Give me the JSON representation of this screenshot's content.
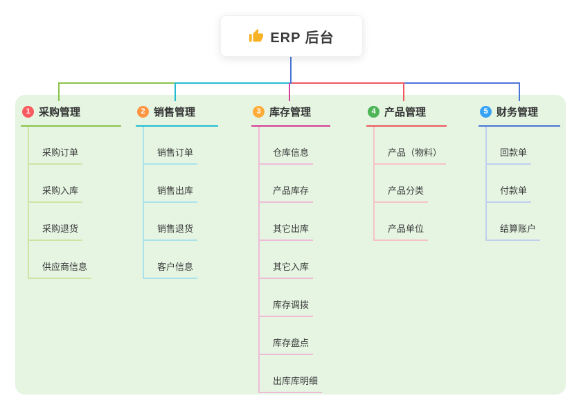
{
  "root": {
    "label": "ERP 后台",
    "icon": "thumbs-up-icon"
  },
  "connector_color": "#4a74d8",
  "canvas_bg_color": "#e5f5e2",
  "branches": [
    {
      "number": "1",
      "label": "采购管理",
      "color": "#8bc34a",
      "light_color": "#cfe4a4",
      "badge_color": "#fa5a5f",
      "children": [
        {
          "label": "采购订单"
        },
        {
          "label": "采购入库"
        },
        {
          "label": "采购退货"
        },
        {
          "label": "供应商信息"
        }
      ]
    },
    {
      "number": "2",
      "label": "销售管理",
      "color": "#22bcd2",
      "light_color": "#abe2ea",
      "badge_color": "#ff9441",
      "children": [
        {
          "label": "销售订单"
        },
        {
          "label": "销售出库"
        },
        {
          "label": "销售退货"
        },
        {
          "label": "客户信息"
        }
      ]
    },
    {
      "number": "3",
      "label": "库存管理",
      "color": "#d63d97",
      "light_color": "#efbcd8",
      "badge_color": "#ffab38",
      "children": [
        {
          "label": "仓库信息"
        },
        {
          "label": "产品库存"
        },
        {
          "label": "其它出库"
        },
        {
          "label": "其它入库"
        },
        {
          "label": "库存调拨"
        },
        {
          "label": "库存盘点"
        },
        {
          "label": "出库库明细"
        }
      ]
    },
    {
      "number": "4",
      "label": "产品管理",
      "color": "#ef5660",
      "light_color": "#f7c2c5",
      "badge_color": "#4db457",
      "children": [
        {
          "label": "产品（物料）"
        },
        {
          "label": "产品分类"
        },
        {
          "label": "产品单位"
        }
      ]
    },
    {
      "number": "5",
      "label": "财务管理",
      "color": "#4a74d8",
      "light_color": "#c0cfee",
      "badge_color": "#38a3f5",
      "children": [
        {
          "label": "回款单"
        },
        {
          "label": "付款单"
        },
        {
          "label": "结算账户"
        }
      ]
    }
  ]
}
